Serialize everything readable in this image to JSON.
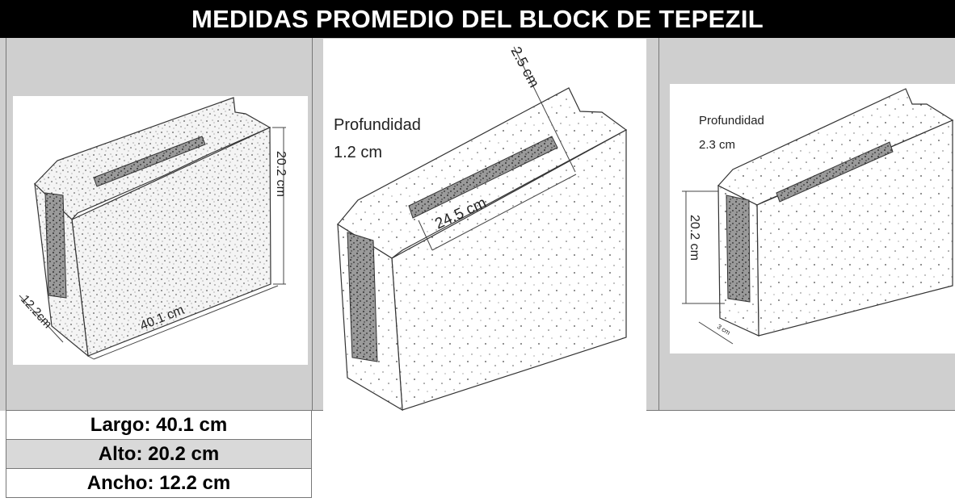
{
  "title": "MEDIDAS PROMEDIO DEL BLOCK DE TEPEZIL",
  "figure1": {
    "alto": "20.2 cm",
    "largo": "40.1 cm",
    "ancho": "12.2cm"
  },
  "figure2": {
    "profundidad_label": "Profundidad",
    "profundidad_value": "1.2 cm",
    "ranura_largo": "24.5 cm",
    "ranura_ancho": "2.5 cm"
  },
  "figure3": {
    "profundidad_label": "Profundidad",
    "profundidad_value": "2.3 cm",
    "alto": "20.2 cm",
    "ancho": "3 cm"
  },
  "dimensions": [
    {
      "label": "Largo: 40.1 cm"
    },
    {
      "label": "Alto: 20.2 cm"
    },
    {
      "label": "Ancho: 12.2 cm"
    }
  ]
}
